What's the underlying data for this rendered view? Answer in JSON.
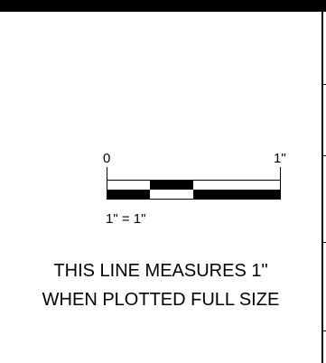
{
  "scale": {
    "start_label": "0",
    "end_label": "1\"",
    "ratio_label": "1\" = 1\""
  },
  "caption": {
    "line1": "THIS LINE MEASURES 1\"",
    "line2": "WHEN PLOTTED FULL SIZE"
  },
  "colors": {
    "ink": "#000000",
    "paper": "#ffffff"
  }
}
